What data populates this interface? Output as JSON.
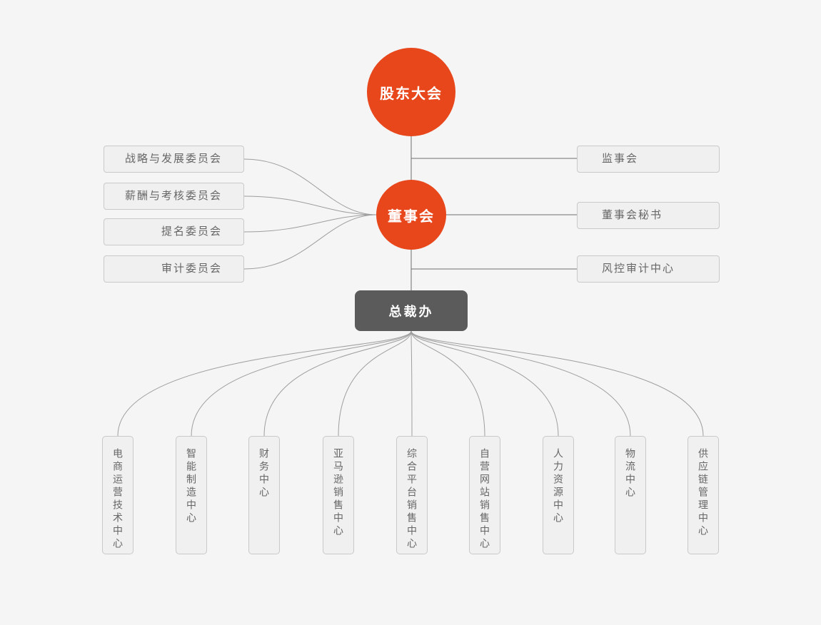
{
  "diagram": {
    "root": {
      "label": "股东大会"
    },
    "board": {
      "label": "董事会"
    },
    "president_office": {
      "label": "总裁办"
    },
    "left_committees": [
      {
        "label": "战略与发展委员会"
      },
      {
        "label": "薪酬与考核委员会"
      },
      {
        "label": "提名委员会"
      },
      {
        "label": "审计委员会"
      }
    ],
    "right_nodes": [
      {
        "label": "监事会"
      },
      {
        "label": "董事会秘书"
      },
      {
        "label": "风控审计中心"
      }
    ],
    "departments": [
      {
        "label": "电商运营技术中心"
      },
      {
        "label": "智能制造中心"
      },
      {
        "label": "财务中心"
      },
      {
        "label": "亚马逊销售中心"
      },
      {
        "label": "综合平台销售中心"
      },
      {
        "label": "自营网站销售中心"
      },
      {
        "label": "人力资源中心"
      },
      {
        "label": "物流中心"
      },
      {
        "label": "供应链管理中心"
      }
    ],
    "colors": {
      "accent_orange": "#e8471c",
      "dark_node": "#5b5b5b",
      "node_fill": "#f0f0f0",
      "node_border": "#c9c9c9",
      "line_dark": "#6f6f6f",
      "line_light": "#9e9e9e",
      "background": "#f5f5f5",
      "text": "#666666"
    }
  }
}
